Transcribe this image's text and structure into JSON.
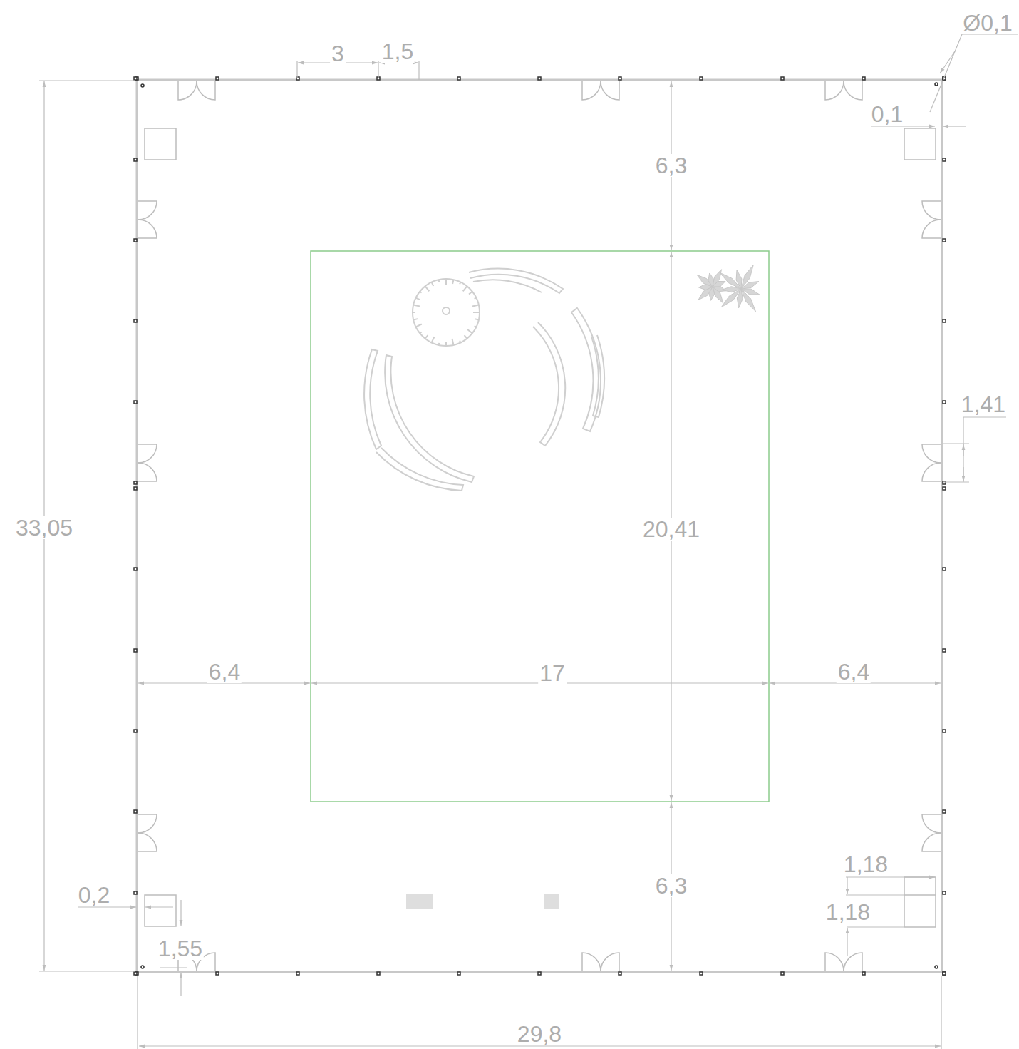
{
  "diagram": {
    "labels": [
      "3",
      "1,5",
      "Ø0,1",
      "0,1",
      "6,3",
      "1,41",
      "33,05",
      "20,41",
      "6,4",
      "17",
      "6,4",
      "1,18",
      "1,18",
      "0,2",
      "1,55",
      "6,3",
      "29,8"
    ]
  }
}
